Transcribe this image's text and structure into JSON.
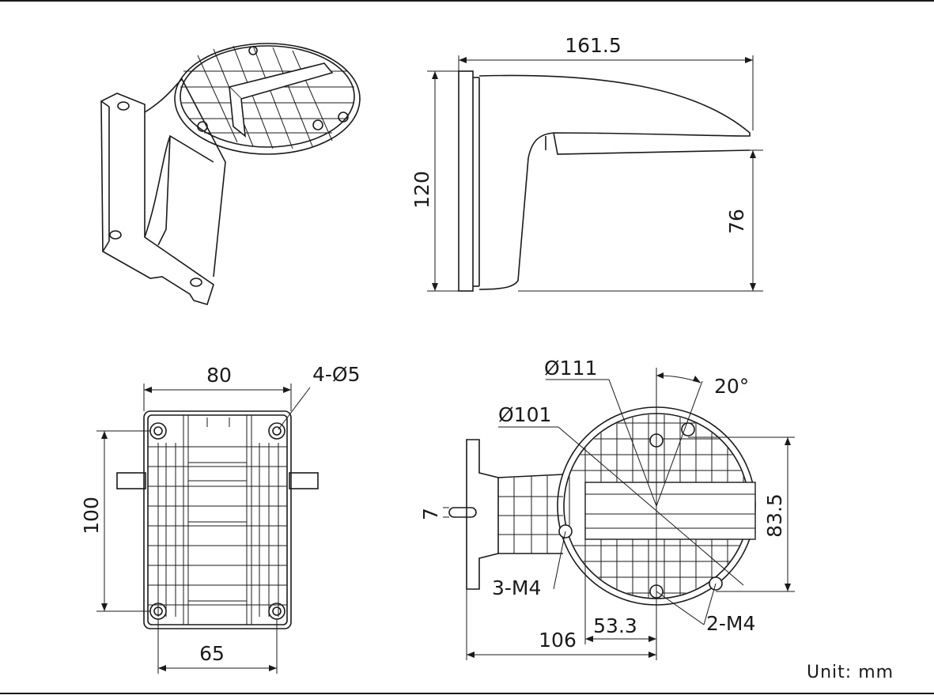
{
  "views": {
    "side": {
      "width_label": "161.5",
      "height_label": "120",
      "arm_height_label": "76"
    },
    "back": {
      "width_label": "80",
      "height_label": "100",
      "holes_label": "4-Ø5",
      "hole_spacing_label": "65"
    },
    "top": {
      "outer_dia_label": "Ø111",
      "inner_dia_label": "Ø101",
      "angle_label": "20°",
      "height_label": "83.5",
      "slot_label": "7",
      "screw_label_left": "3-M4",
      "screw_label_right": "2-M4",
      "offset_label": "53.3",
      "length_label": "106"
    }
  },
  "unit": {
    "label": "Unit:  mm"
  },
  "colors": {
    "line": "#1a1a1a",
    "background": "#ffffff"
  }
}
